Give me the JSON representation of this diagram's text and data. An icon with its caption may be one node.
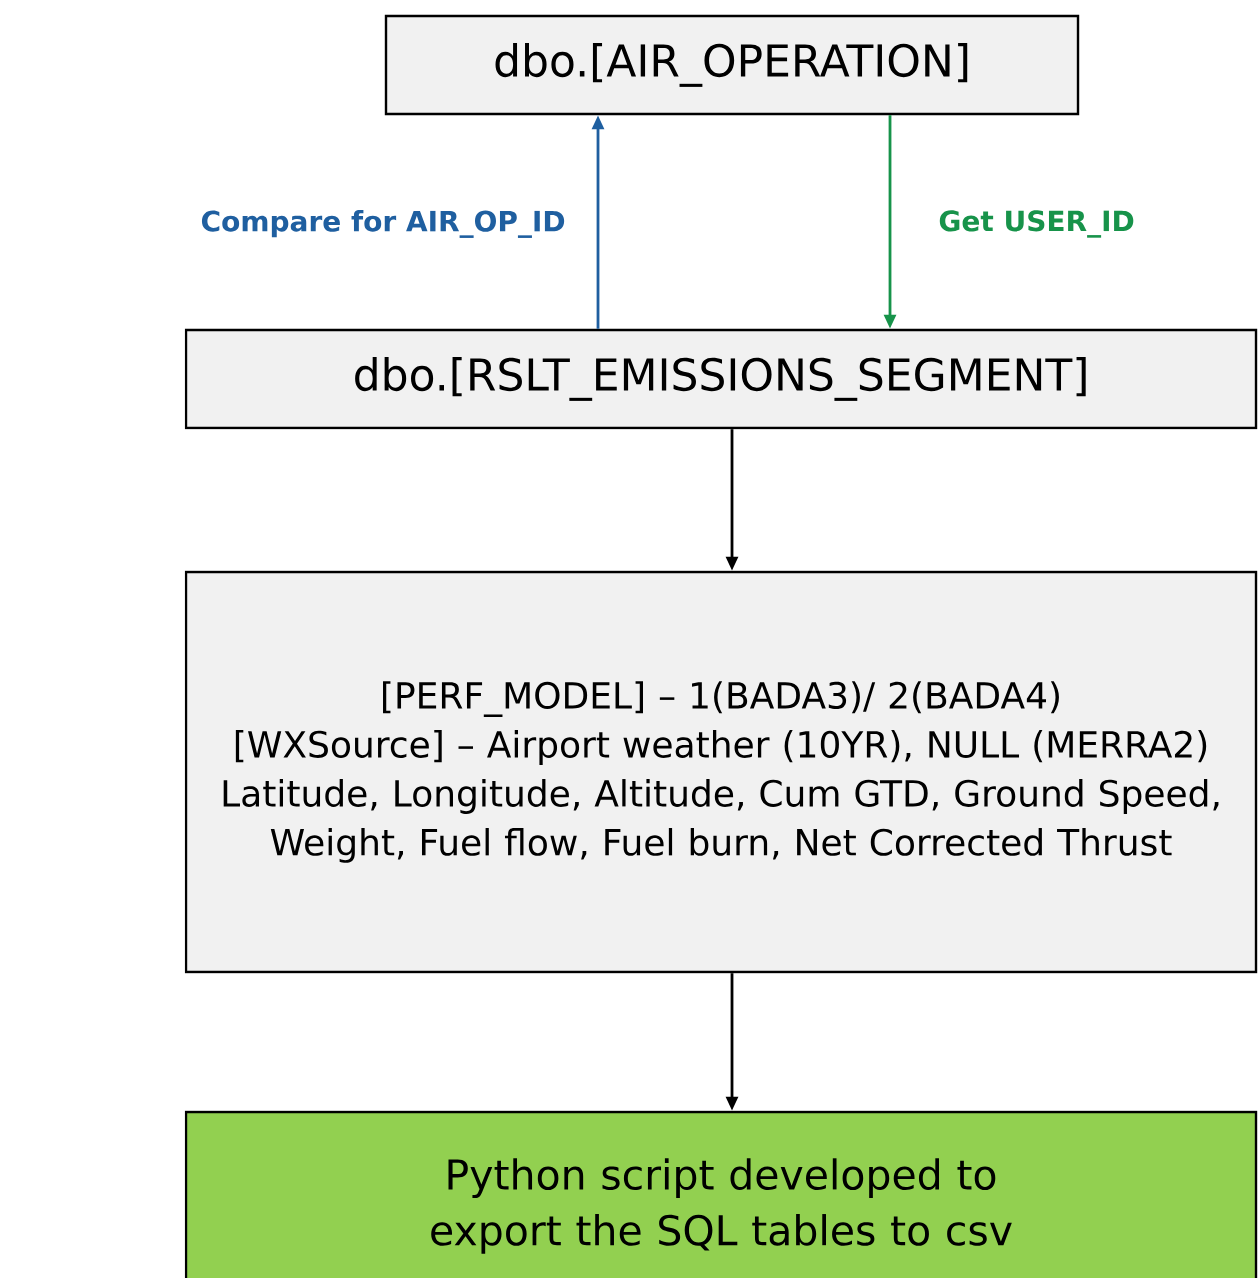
{
  "diagram": {
    "nodes": [
      {
        "text": [
          "dbo.[AIR_OPERATION]"
        ]
      },
      {
        "text": [
          "dbo.[RSLT_EMISSIONS_SEGMENT]"
        ]
      },
      {
        "text": [
          "[PERF_MODEL] – 1(BADA3)/ 2(BADA4)",
          "[WXSource] – Airport weather (10YR), NULL (MERRA2)",
          "Latitude, Longitude, Altitude, Cum GTD, Ground Speed,  Weight, Fuel flow, Fuel burn, Net Corrected Thrust"
        ]
      },
      {
        "text": [
          "Python script developed to export the SQL tables to csv"
        ]
      }
    ],
    "edges": [
      {
        "from": 1,
        "to": 0,
        "arrow": "to",
        "label": "Compare for AIR_OP_ID",
        "color": "#1f5fa0"
      },
      {
        "from": 0,
        "to": 1,
        "arrow": "to",
        "label": "Get USER_ID",
        "color": "#17934a"
      },
      {
        "from": 1,
        "to": 2,
        "arrow": "to"
      },
      {
        "from": 2,
        "to": 3,
        "arrow": "to"
      }
    ]
  }
}
